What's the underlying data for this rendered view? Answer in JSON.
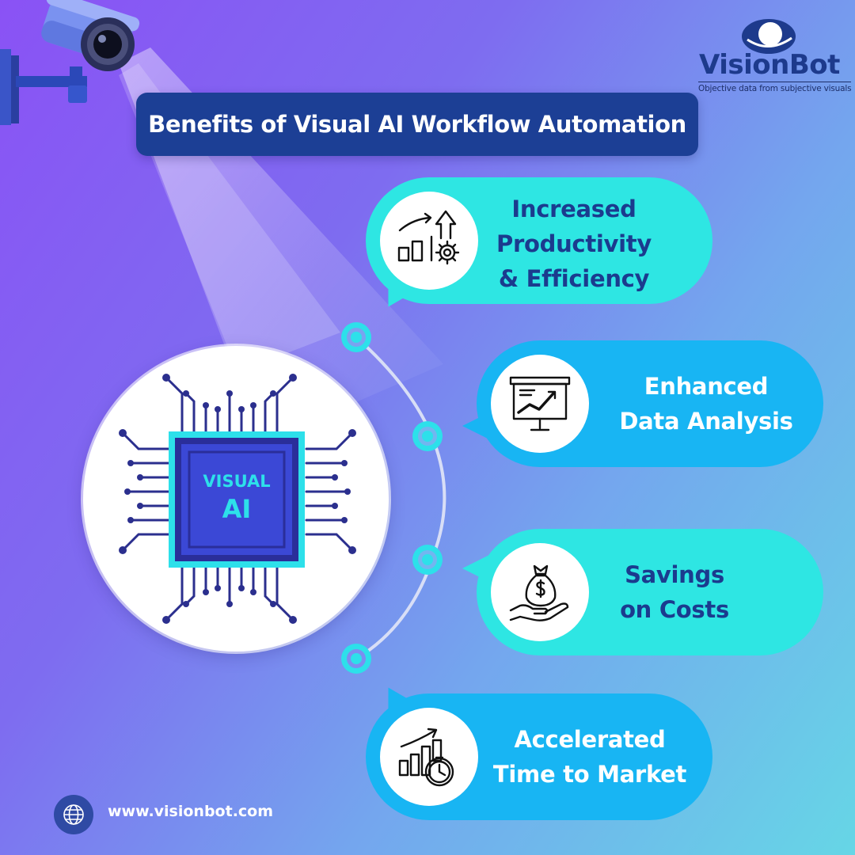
{
  "brand": {
    "name": "VisionBot",
    "tagline": "Objective data from subjective visuals"
  },
  "title": "Benefits of Visual AI Workflow Automation",
  "chip": {
    "line1": "VISUAL",
    "line2": "AI"
  },
  "benefits": [
    {
      "label": "Increased\nProductivity\n& Efficiency",
      "icon": "growth-gear-icon"
    },
    {
      "label": "Enhanced\nData Analysis",
      "icon": "presentation-chart-icon"
    },
    {
      "label": "Savings\non Costs",
      "icon": "money-bag-hand-icon"
    },
    {
      "label": "Accelerated\nTime to Market",
      "icon": "chart-clock-icon"
    }
  ],
  "footer": {
    "website": "www.visionbot.com",
    "icon": "globe-icon"
  },
  "colors": {
    "background_start": "#8a52f5",
    "background_end": "#66d6e6",
    "title_banner": "#1c3f95",
    "bubble_teal": "#2ee6e3",
    "bubble_blue": "#18b5f3",
    "text_navy": "#1b3b8e",
    "chip_cyan": "#2de0ea",
    "chip_blue": "#3a3ac8"
  }
}
